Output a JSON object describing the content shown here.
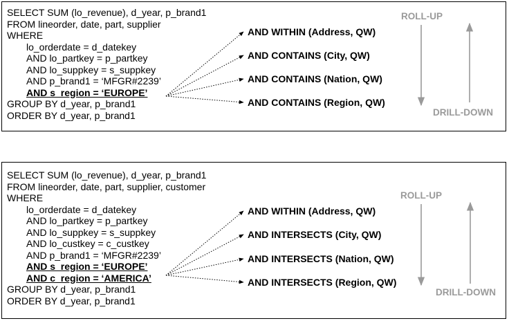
{
  "panels": [
    {
      "query": [
        {
          "text": "SELECT SUM (lo_revenue), d_year, p_brand1",
          "indent": false,
          "bold": false
        },
        {
          "text": "FROM lineorder, date, part, supplier",
          "indent": false,
          "bold": false
        },
        {
          "text": "WHERE",
          "indent": false,
          "bold": false
        },
        {
          "text": "lo_orderdate = d_datekey",
          "indent": true,
          "bold": false
        },
        {
          "text": "AND lo_partkey = p_partkey",
          "indent": true,
          "bold": false
        },
        {
          "text": "AND lo_suppkey = s_suppkey",
          "indent": true,
          "bold": false
        },
        {
          "text": "AND p_brand1 = ‘MFGR#2239’",
          "indent": true,
          "bold": false
        },
        {
          "text": "AND s_region = ‘EUROPE’",
          "indent": true,
          "bold": true
        },
        {
          "text": "GROUP BY d_year, p_brand1",
          "indent": false,
          "bold": false
        },
        {
          "text": "ORDER BY d_year, p_brand1",
          "indent": false,
          "bold": false
        }
      ],
      "conditions": [
        "AND WITHIN (Address, QW)",
        "AND CONTAINS (City, QW)",
        "AND CONTAINS (Nation, QW)",
        "AND CONTAINS (Region, QW)"
      ],
      "roll_up": "ROLL-UP",
      "drill_down": "DRILL-DOWN"
    },
    {
      "query": [
        {
          "text": "SELECT SUM (lo_revenue), d_year, p_brand1",
          "indent": false,
          "bold": false
        },
        {
          "text": "FROM lineorder, date, part, supplier, customer",
          "indent": false,
          "bold": false
        },
        {
          "text": "WHERE",
          "indent": false,
          "bold": false
        },
        {
          "text": "lo_orderdate = d_datekey",
          "indent": true,
          "bold": false
        },
        {
          "text": "AND lo_partkey = p_partkey",
          "indent": true,
          "bold": false
        },
        {
          "text": "AND lo_suppkey = s_suppkey",
          "indent": true,
          "bold": false
        },
        {
          "text": "AND lo_custkey = c_custkey",
          "indent": true,
          "bold": false
        },
        {
          "text": "AND p_brand1 = ‘MFGR#2239’",
          "indent": true,
          "bold": false
        },
        {
          "text": "AND s_region = ‘EUROPE’",
          "indent": true,
          "bold": true
        },
        {
          "text": "AND c_region = ‘AMERICA’",
          "indent": true,
          "bold": true
        },
        {
          "text": "GROUP BY d_year, p_brand1",
          "indent": false,
          "bold": false
        },
        {
          "text": "ORDER BY d_year, p_brand1",
          "indent": false,
          "bold": false
        }
      ],
      "conditions": [
        "AND WITHIN (Address, QW)",
        "AND INTERSECTS (City, QW)",
        "AND INTERSECTS (Nation, QW)",
        "AND INTERSECTS (Region, QW)"
      ],
      "roll_up": "ROLL-UP",
      "drill_down": "DRILL-DOWN"
    }
  ],
  "colors": {
    "text": "#000000",
    "label_gray": "#9a9a9a",
    "border": "#000000"
  }
}
